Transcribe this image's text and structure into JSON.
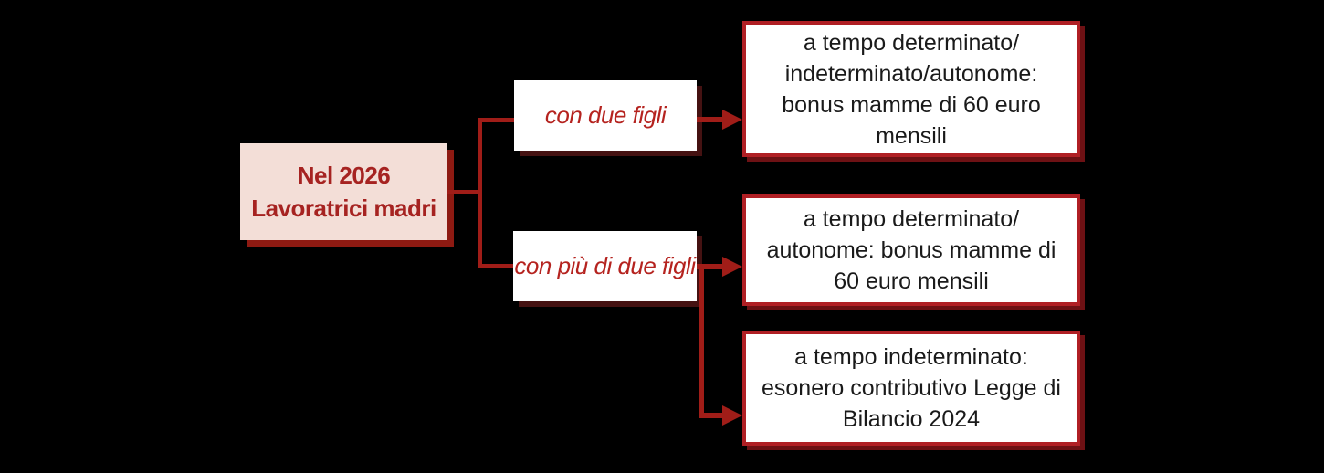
{
  "colors": {
    "background": "#000000",
    "line_red": "#a01d18",
    "border_red": "#b01f24",
    "box_shadow_red": "#8e1a12",
    "root_fill": "#f3ded7",
    "root_text": "#a62321",
    "label_text": "#b5231f",
    "outcome_text": "#1a1a1a",
    "outcome_fill": "#ffffff"
  },
  "tree": {
    "root": {
      "text": "Nel 2026\nLavoratrici madri"
    },
    "branches": [
      {
        "label": "con due figli"
      },
      {
        "label": "con più di due figli"
      }
    ],
    "outcomes": [
      {
        "text": "a tempo determinato/\nindeterminato/autonome:\nbonus mamme di 60 euro\nmensili"
      },
      {
        "text": "a tempo determinato/\nautonome: bonus mamme di\n60 euro mensili"
      },
      {
        "text": "a tempo indeterminato:\nesonero contributivo Legge di\nBilancio 2024"
      }
    ]
  }
}
